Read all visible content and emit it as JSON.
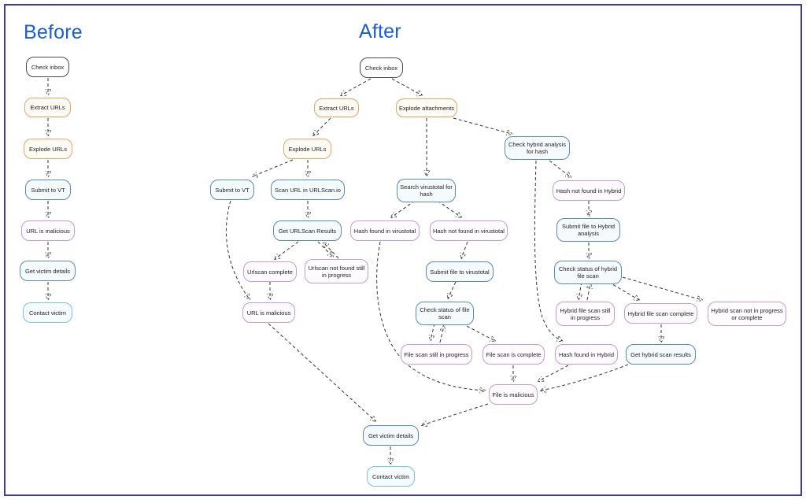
{
  "page": {
    "background": "#ffffff",
    "border_color": "#3a3ab5"
  },
  "titles": {
    "before": "Before",
    "after": "After",
    "color": "#1a5cdb"
  },
  "diagram": {
    "node_styles": {
      "neutral": {
        "border": "#4a4a4a",
        "fill": "#ffffff"
      },
      "orange": {
        "border": "#dca768",
        "fill": "#fefbf4"
      },
      "blue": {
        "border": "#5b8ab5",
        "fill": "#f5fafd"
      },
      "purple": {
        "border": "#c49dd6",
        "fill": "#fdfbfe"
      },
      "lightblue": {
        "border": "#7bc1ec",
        "fill": "#f5fbff"
      }
    },
    "edge_style": {
      "stroke": "#333333",
      "dash": "4 3",
      "arrowhead": "#111111"
    },
    "before_nodes": [
      {
        "id": "b-check-inbox",
        "label": "Check inbox",
        "type": "neutral"
      },
      {
        "id": "b-extract-urls",
        "label": "Extract URLs",
        "type": "orange"
      },
      {
        "id": "b-explode-urls",
        "label": "Explode URLs",
        "type": "orange"
      },
      {
        "id": "b-submit-to-vt",
        "label": "Submit to VT",
        "type": "blue"
      },
      {
        "id": "b-url-is-malicious",
        "label": "URL is malicious",
        "type": "purple"
      },
      {
        "id": "b-get-victim-details",
        "label": "Get victim details",
        "type": "blue"
      },
      {
        "id": "b-contact-victim",
        "label": "Contact victim",
        "type": "lightblue"
      }
    ],
    "after_nodes": [
      {
        "id": "check-inbox",
        "label": "Check inbox",
        "type": "neutral"
      },
      {
        "id": "extract-urls",
        "label": "Extract URLs",
        "type": "orange"
      },
      {
        "id": "explode-attachments",
        "label": "Explode attachments",
        "type": "orange"
      },
      {
        "id": "explode-urls",
        "label": "Explode URLs",
        "type": "orange"
      },
      {
        "id": "check-hybrid-analysis",
        "label": "Check hybrid analysis for hash",
        "type": "blue"
      },
      {
        "id": "submit-to-vt",
        "label": "Submit to VT",
        "type": "blue"
      },
      {
        "id": "scan-url-urlscan",
        "label": "Scan URL in URLScan.io",
        "type": "blue"
      },
      {
        "id": "search-vt-hash",
        "label": "Search virustotal for hash",
        "type": "blue"
      },
      {
        "id": "hash-not-found-hybrid",
        "label": "Hash not found in Hybrid",
        "type": "purple"
      },
      {
        "id": "get-urlscan-results",
        "label": "Get URLScan Results",
        "type": "blue"
      },
      {
        "id": "hash-found-vt",
        "label": "Hash found in virustotal",
        "type": "purple"
      },
      {
        "id": "hash-not-found-vt",
        "label": "Hash not found in virustotal",
        "type": "purple"
      },
      {
        "id": "submit-file-hybrid",
        "label": "Submit file to Hybrid analysis",
        "type": "blue"
      },
      {
        "id": "urlscan-complete",
        "label": "Urlscan complete",
        "type": "purple"
      },
      {
        "id": "urlscan-not-found",
        "label": "Urlscan not found still in progress",
        "type": "purple"
      },
      {
        "id": "submit-file-vt",
        "label": "Submit file to virustotal",
        "type": "blue"
      },
      {
        "id": "check-status-hybrid",
        "label": "Check status of hybrid file scan",
        "type": "blue"
      },
      {
        "id": "url-is-malicious",
        "label": "URL is malicious",
        "type": "purple"
      },
      {
        "id": "check-status-file",
        "label": "Check status of file scan",
        "type": "blue"
      },
      {
        "id": "hybrid-still-progress",
        "label": "Hybrid file scan still in progress",
        "type": "purple"
      },
      {
        "id": "hybrid-scan-complete",
        "label": "Hybrid file scan complete",
        "type": "purple"
      },
      {
        "id": "hybrid-not-progress",
        "label": "Hybrid scan not in progress or complete",
        "type": "purple"
      },
      {
        "id": "file-scan-still",
        "label": "File scan still in progress",
        "type": "purple"
      },
      {
        "id": "file-scan-complete",
        "label": "File scan is complete",
        "type": "purple"
      },
      {
        "id": "hash-found-hybrid",
        "label": "Hash found in Hybrid",
        "type": "purple"
      },
      {
        "id": "get-hybrid-results",
        "label": "Get hybrid scan results",
        "type": "blue"
      },
      {
        "id": "file-is-malicious",
        "label": "File is malicious",
        "type": "purple"
      },
      {
        "id": "get-victim-details",
        "label": "Get victim details",
        "type": "blue"
      },
      {
        "id": "contact-victim",
        "label": "Contact victim",
        "type": "lightblue"
      }
    ],
    "edges": [
      {
        "from": "b-check-inbox",
        "to": "b-extract-urls"
      },
      {
        "from": "b-extract-urls",
        "to": "b-explode-urls"
      },
      {
        "from": "b-explode-urls",
        "to": "b-submit-to-vt"
      },
      {
        "from": "b-submit-to-vt",
        "to": "b-url-is-malicious"
      },
      {
        "from": "b-url-is-malicious",
        "to": "b-get-victim-details"
      },
      {
        "from": "b-get-victim-details",
        "to": "b-contact-victim"
      },
      {
        "from": "check-inbox",
        "to": "extract-urls"
      },
      {
        "from": "check-inbox",
        "to": "explode-attachments"
      },
      {
        "from": "extract-urls",
        "to": "explode-urls"
      },
      {
        "from": "explode-attachments",
        "to": "search-vt-hash"
      },
      {
        "from": "explode-attachments",
        "to": "check-hybrid-analysis"
      },
      {
        "from": "explode-urls",
        "to": "submit-to-vt"
      },
      {
        "from": "explode-urls",
        "to": "scan-url-urlscan"
      },
      {
        "from": "scan-url-urlscan",
        "to": "get-urlscan-results"
      },
      {
        "from": "get-urlscan-results",
        "to": "urlscan-complete"
      },
      {
        "from": "get-urlscan-results",
        "to": "urlscan-not-found"
      },
      {
        "from": "urlscan-not-found",
        "to": "get-urlscan-results"
      },
      {
        "from": "urlscan-complete",
        "to": "url-is-malicious"
      },
      {
        "from": "submit-to-vt",
        "to": "url-is-malicious"
      },
      {
        "from": "url-is-malicious",
        "to": "get-victim-details"
      },
      {
        "from": "search-vt-hash",
        "to": "hash-found-vt"
      },
      {
        "from": "search-vt-hash",
        "to": "hash-not-found-vt"
      },
      {
        "from": "hash-not-found-vt",
        "to": "submit-file-vt"
      },
      {
        "from": "submit-file-vt",
        "to": "check-status-file"
      },
      {
        "from": "check-status-file",
        "to": "file-scan-still"
      },
      {
        "from": "file-scan-still",
        "to": "check-status-file"
      },
      {
        "from": "check-status-file",
        "to": "file-scan-complete"
      },
      {
        "from": "file-scan-complete",
        "to": "file-is-malicious"
      },
      {
        "from": "hash-found-vt",
        "to": "file-is-malicious"
      },
      {
        "from": "check-hybrid-analysis",
        "to": "hash-not-found-hybrid"
      },
      {
        "from": "check-hybrid-analysis",
        "to": "hash-found-hybrid"
      },
      {
        "from": "hash-not-found-hybrid",
        "to": "submit-file-hybrid"
      },
      {
        "from": "submit-file-hybrid",
        "to": "check-status-hybrid"
      },
      {
        "from": "check-status-hybrid",
        "to": "hybrid-still-progress"
      },
      {
        "from": "hybrid-still-progress",
        "to": "check-status-hybrid"
      },
      {
        "from": "check-status-hybrid",
        "to": "hybrid-scan-complete"
      },
      {
        "from": "check-status-hybrid",
        "to": "hybrid-not-progress"
      },
      {
        "from": "hybrid-scan-complete",
        "to": "get-hybrid-results"
      },
      {
        "from": "hash-found-hybrid",
        "to": "file-is-malicious"
      },
      {
        "from": "get-hybrid-results",
        "to": "file-is-malicious"
      },
      {
        "from": "file-is-malicious",
        "to": "get-victim-details"
      },
      {
        "from": "get-victim-details",
        "to": "contact-victim"
      }
    ]
  }
}
